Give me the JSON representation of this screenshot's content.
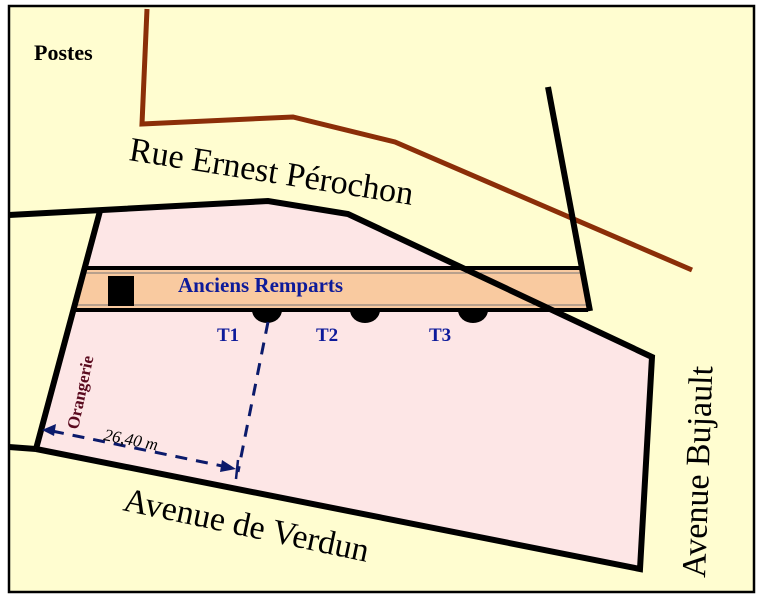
{
  "map": {
    "colors": {
      "background": "#fffdd0",
      "parcel_fill": "#fde6e6",
      "remparts_fill": "#f9caa0",
      "old_street": "#8b2e08",
      "boundary": "#000000",
      "tower_label": "#0d1a9a",
      "orangerie_label": "#5a0a1e",
      "dimension": "#0b1a6b"
    },
    "labels": {
      "postes": "Postes",
      "rue_ernest_perochon": "Rue Ernest Pérochon",
      "anciens_remparts": "Anciens Remparts",
      "orangerie": "Orangerie",
      "avenue_de_verdun": "Avenue de Verdun",
      "avenue_bujault": "Avenue Bujault",
      "dimension": "26,40 m"
    },
    "towers": [
      {
        "id": "T1",
        "label": "T1"
      },
      {
        "id": "T2",
        "label": "T2"
      },
      {
        "id": "T3",
        "label": "T3"
      }
    ]
  }
}
